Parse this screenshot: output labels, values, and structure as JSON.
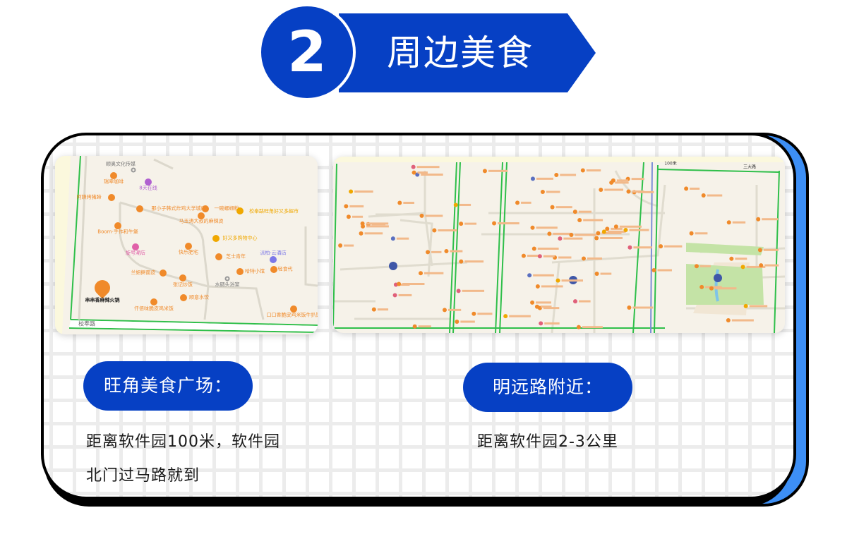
{
  "header": {
    "number": "2",
    "title": "周边美食"
  },
  "left": {
    "pill": "旺角美食广场：",
    "desc_line1": "距离软件园100米，软件园",
    "desc_line2": "北门过马路就到",
    "map": {
      "road": "校奉路",
      "pois": [
        {
          "name": "顺奥文化传媒",
          "type": "gray"
        },
        {
          "name": "瑞幸咖啡",
          "type": "food"
        },
        {
          "name": "8天在线",
          "type": "purple"
        },
        {
          "name": "阿姨烤猪蹄",
          "type": "food"
        },
        {
          "name": "那小子韩式炸鸡大学城店",
          "type": "food"
        },
        {
          "name": "一碗螺蛳粉",
          "type": "food"
        },
        {
          "name": "校奉路旺角好又多超市",
          "type": "shop"
        },
        {
          "name": "马玉涛大叔的麻辣烫",
          "type": "food"
        },
        {
          "name": "Boom·手作和牛堡",
          "type": "food"
        },
        {
          "name": "好又多购物中心",
          "type": "shop"
        },
        {
          "name": "旋号潮店",
          "type": "pink"
        },
        {
          "name": "快乐肥宅",
          "type": "food"
        },
        {
          "name": "芝士青年",
          "type": "food"
        },
        {
          "name": "派柏·云酒店",
          "type": "hotel"
        },
        {
          "name": "兰姐擀面皮",
          "type": "food"
        },
        {
          "name": "哈特小馆",
          "type": "food"
        },
        {
          "name": "轻食代",
          "type": "food"
        },
        {
          "name": "张记炒饭",
          "type": "food"
        },
        {
          "name": "水碉头浴室",
          "type": "gray"
        },
        {
          "name": "串串香麻辣火锅",
          "type": "pin"
        },
        {
          "name": "顺意水饺",
          "type": "food"
        },
        {
          "name": "仟佰味脆皮鸡米饭",
          "type": "food"
        },
        {
          "name": "口口香脆皮鸡米饭牛扒饭",
          "type": "food"
        }
      ]
    }
  },
  "right": {
    "pill": "明远路附近：",
    "desc_line1": "距离软件园2-3公里",
    "map": {
      "scale": "100米",
      "road": "三大路"
    }
  },
  "colors": {
    "brand_blue": "#0640c4",
    "shadow_blue": "#3d8ff5",
    "poi_orange": "#f08a2a",
    "park_green": "#c4e3a6",
    "road_green": "#2fbf4a"
  }
}
